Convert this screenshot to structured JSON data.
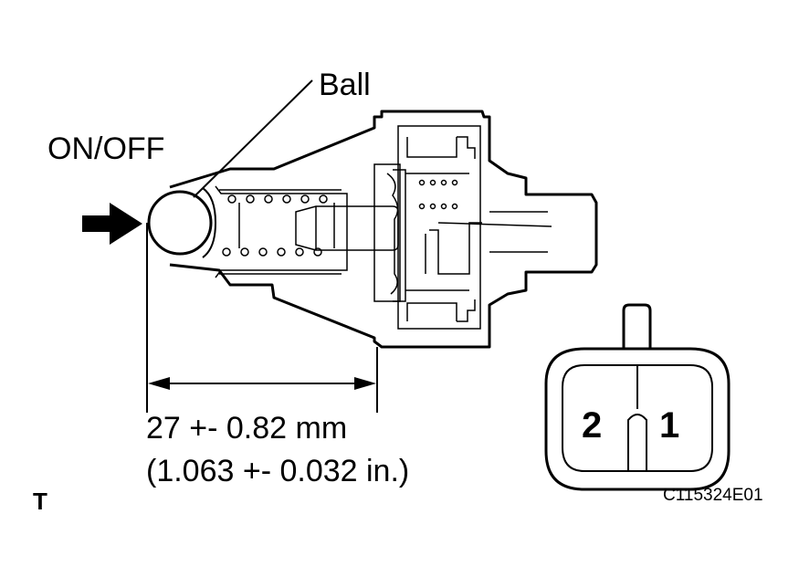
{
  "labels": {
    "ball": "Ball",
    "on_off": "ON/OFF",
    "dimension_mm": "27 +- 0.82 mm",
    "dimension_in": "(1.063 +- 0.032 in.)",
    "view_marker": "T",
    "figure_code": "C115324E01"
  },
  "connector": {
    "terminals": [
      "2",
      "1"
    ]
  },
  "colors": {
    "line": "#000000",
    "background": "#ffffff"
  }
}
